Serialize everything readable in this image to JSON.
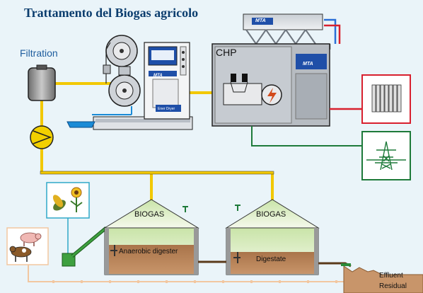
{
  "title": "Trattamento del Biogas agricolo",
  "labels": {
    "filtration": "Filtration",
    "chp": "CHP",
    "biogas_left": "BIOGAS",
    "biogas_right": "BIOGAS",
    "anaerobic": "Anaerobic digester",
    "digestate": "Digestate",
    "effluent_line1": "Effluent",
    "effluent_line2": "Residual",
    "brand": "MTA",
    "dryer_label": "Ener Dryer"
  },
  "colors": {
    "background": "#eaf4f9",
    "gas_pipe": "#f2c800",
    "heat_line": "#d8202e",
    "power_line": "#1e7a3a",
    "feed_line": "#f2c7a0",
    "title": "#0b3d6e",
    "brand_blue": "#1f4fa8"
  },
  "icons": [
    "radiator-icon",
    "power-pylon-icon",
    "pig-icon",
    "cow-icon",
    "crop-plants-icon",
    "flame-icon",
    "pump-icon",
    "filter-icon"
  ]
}
